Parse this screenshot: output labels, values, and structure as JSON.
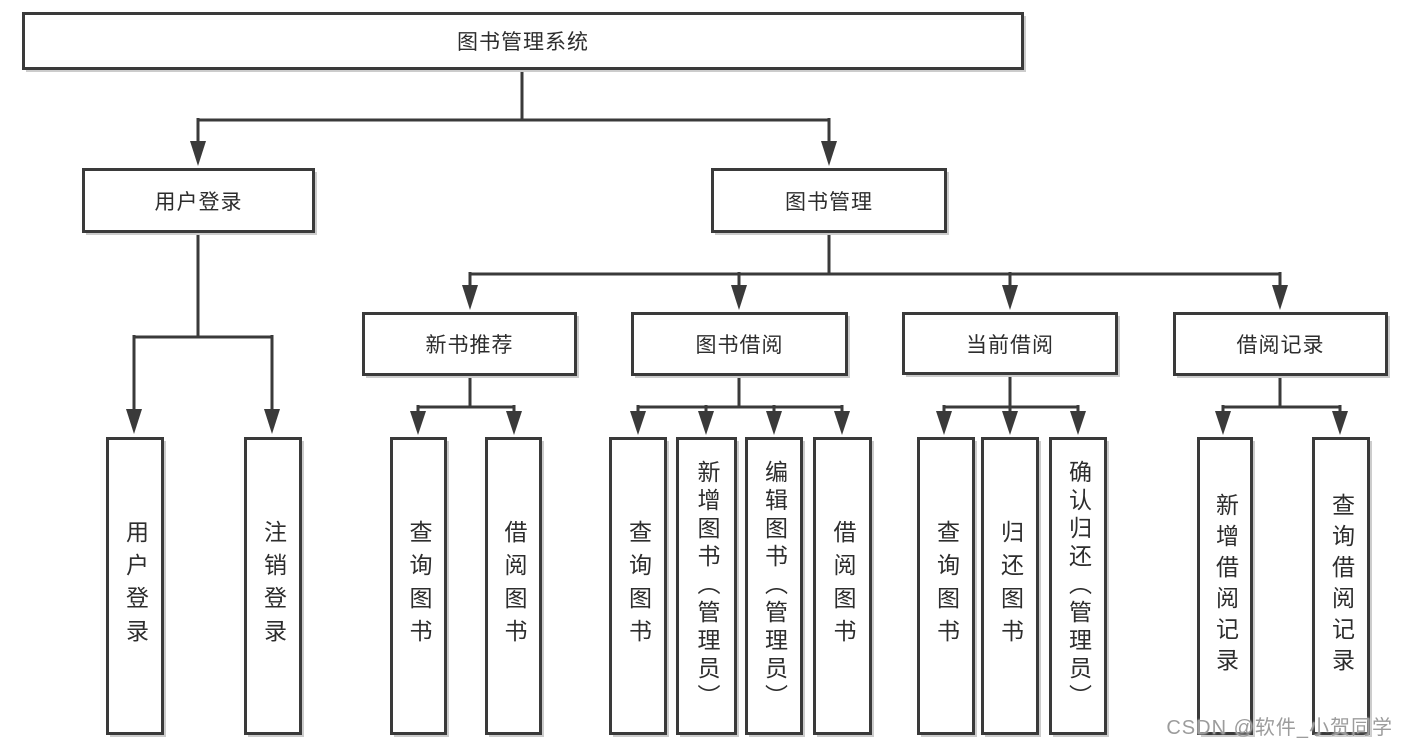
{
  "diagram": {
    "root": "图书管理系统",
    "branches": [
      {
        "label": "用户登录",
        "children": [
          "用户登录",
          "注销登录"
        ]
      },
      {
        "label": "图书管理",
        "modules": [
          {
            "label": "新书推荐",
            "children": [
              "查询图书",
              "借阅图书"
            ]
          },
          {
            "label": "图书借阅",
            "children": [
              "查询图书",
              "新增图书（管理员）",
              "编辑图书（管理员）",
              "借阅图书"
            ]
          },
          {
            "label": "当前借阅",
            "children": [
              "查询图书",
              "归还图书",
              "确认归还（管理员）"
            ]
          },
          {
            "label": "借阅记录",
            "children": [
              "新增借阅记录",
              "查询借阅记录"
            ]
          }
        ]
      }
    ]
  },
  "watermark": "CSDN @软件_小贺同学",
  "colors": {
    "line": "#3a3a3a",
    "text": "#2d2d2d",
    "box_shadow": "#cccccc",
    "watermark": "#9c9c9c",
    "background": "#ffffff"
  }
}
